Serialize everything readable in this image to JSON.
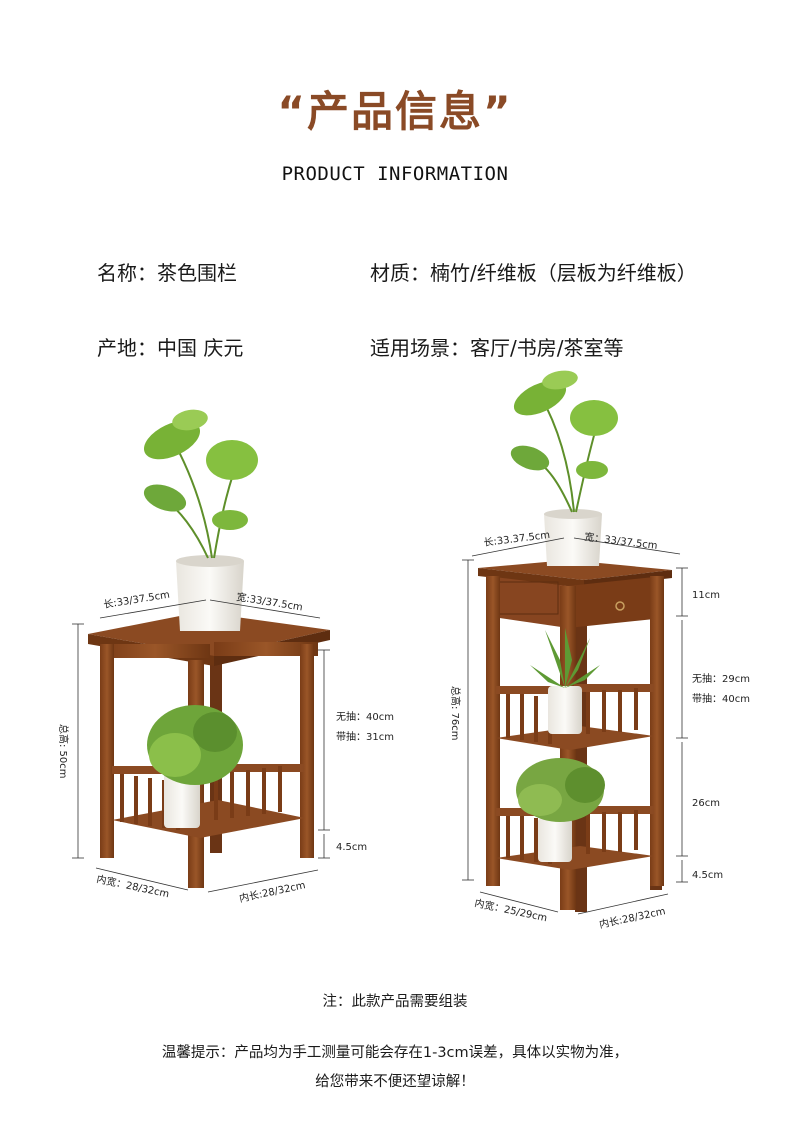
{
  "header": {
    "title": "“产品信息”",
    "subtitle": "PRODUCT INFORMATION"
  },
  "specs": {
    "name": "名称：茶色围栏",
    "material": "材质：楠竹/纤维板（层板为纤维板）",
    "origin": "产地：中国 庆元",
    "scene": "适用场景：客厅/书房/茶室等"
  },
  "small_stand": {
    "length": "长:33/37.5cm",
    "width": "宽:33/37.5cm",
    "height": "总高: 50cm",
    "no_drawer": "无抽：40cm",
    "with_drawer": "带抽：31cm",
    "bottom_gap": "4.5cm",
    "inner_width": "内宽：28/32cm",
    "inner_length": "内长:28/32cm"
  },
  "tall_stand": {
    "length": "长:33.37.5cm",
    "width": "宽：33/37.5cm",
    "height": "总高: 76cm",
    "top_drawer": "11cm",
    "no_drawer": "无抽：29cm",
    "with_drawer": "带抽：40cm",
    "middle": "26cm",
    "bottom_gap": "4.5cm",
    "inner_width": "内宽：25/29cm",
    "inner_length": "内长:28/32cm"
  },
  "notes": {
    "assembly": "注：此款产品需要组装",
    "tip_line1": "温馨提示：产品均为手工测量可能会存在1-3cm误差，具体以实物为准，",
    "tip_line2": "给您带来不便还望谅解！"
  },
  "colors": {
    "title": "#8a4a26",
    "wood": "#8b4a22",
    "wood_dark": "#6a3415",
    "leaf": "#7dbb3a"
  }
}
